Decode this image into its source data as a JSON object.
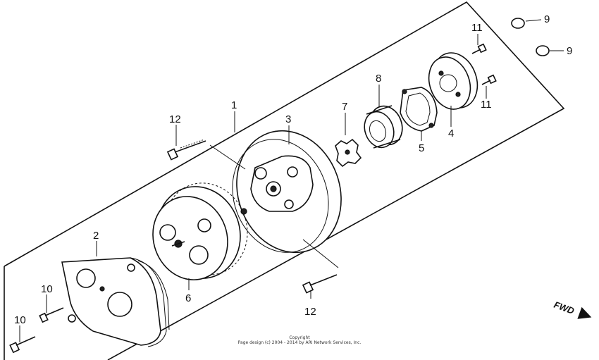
{
  "diagram": {
    "callouts": {
      "p1": "1",
      "p2": "2",
      "p3": "3",
      "p4": "4",
      "p5": "5",
      "p6": "6",
      "p7": "7",
      "p8": "8",
      "p9a": "9",
      "p9b": "9",
      "p10a": "10",
      "p10b": "10",
      "p11a": "11",
      "p11b": "11",
      "p12a": "12",
      "p12b": "12"
    },
    "direction_label": "FWD"
  },
  "footer": {
    "line1": "Copyright",
    "line2": "Page design (c) 2004 - 2014 by ARI Network Services, Inc."
  }
}
